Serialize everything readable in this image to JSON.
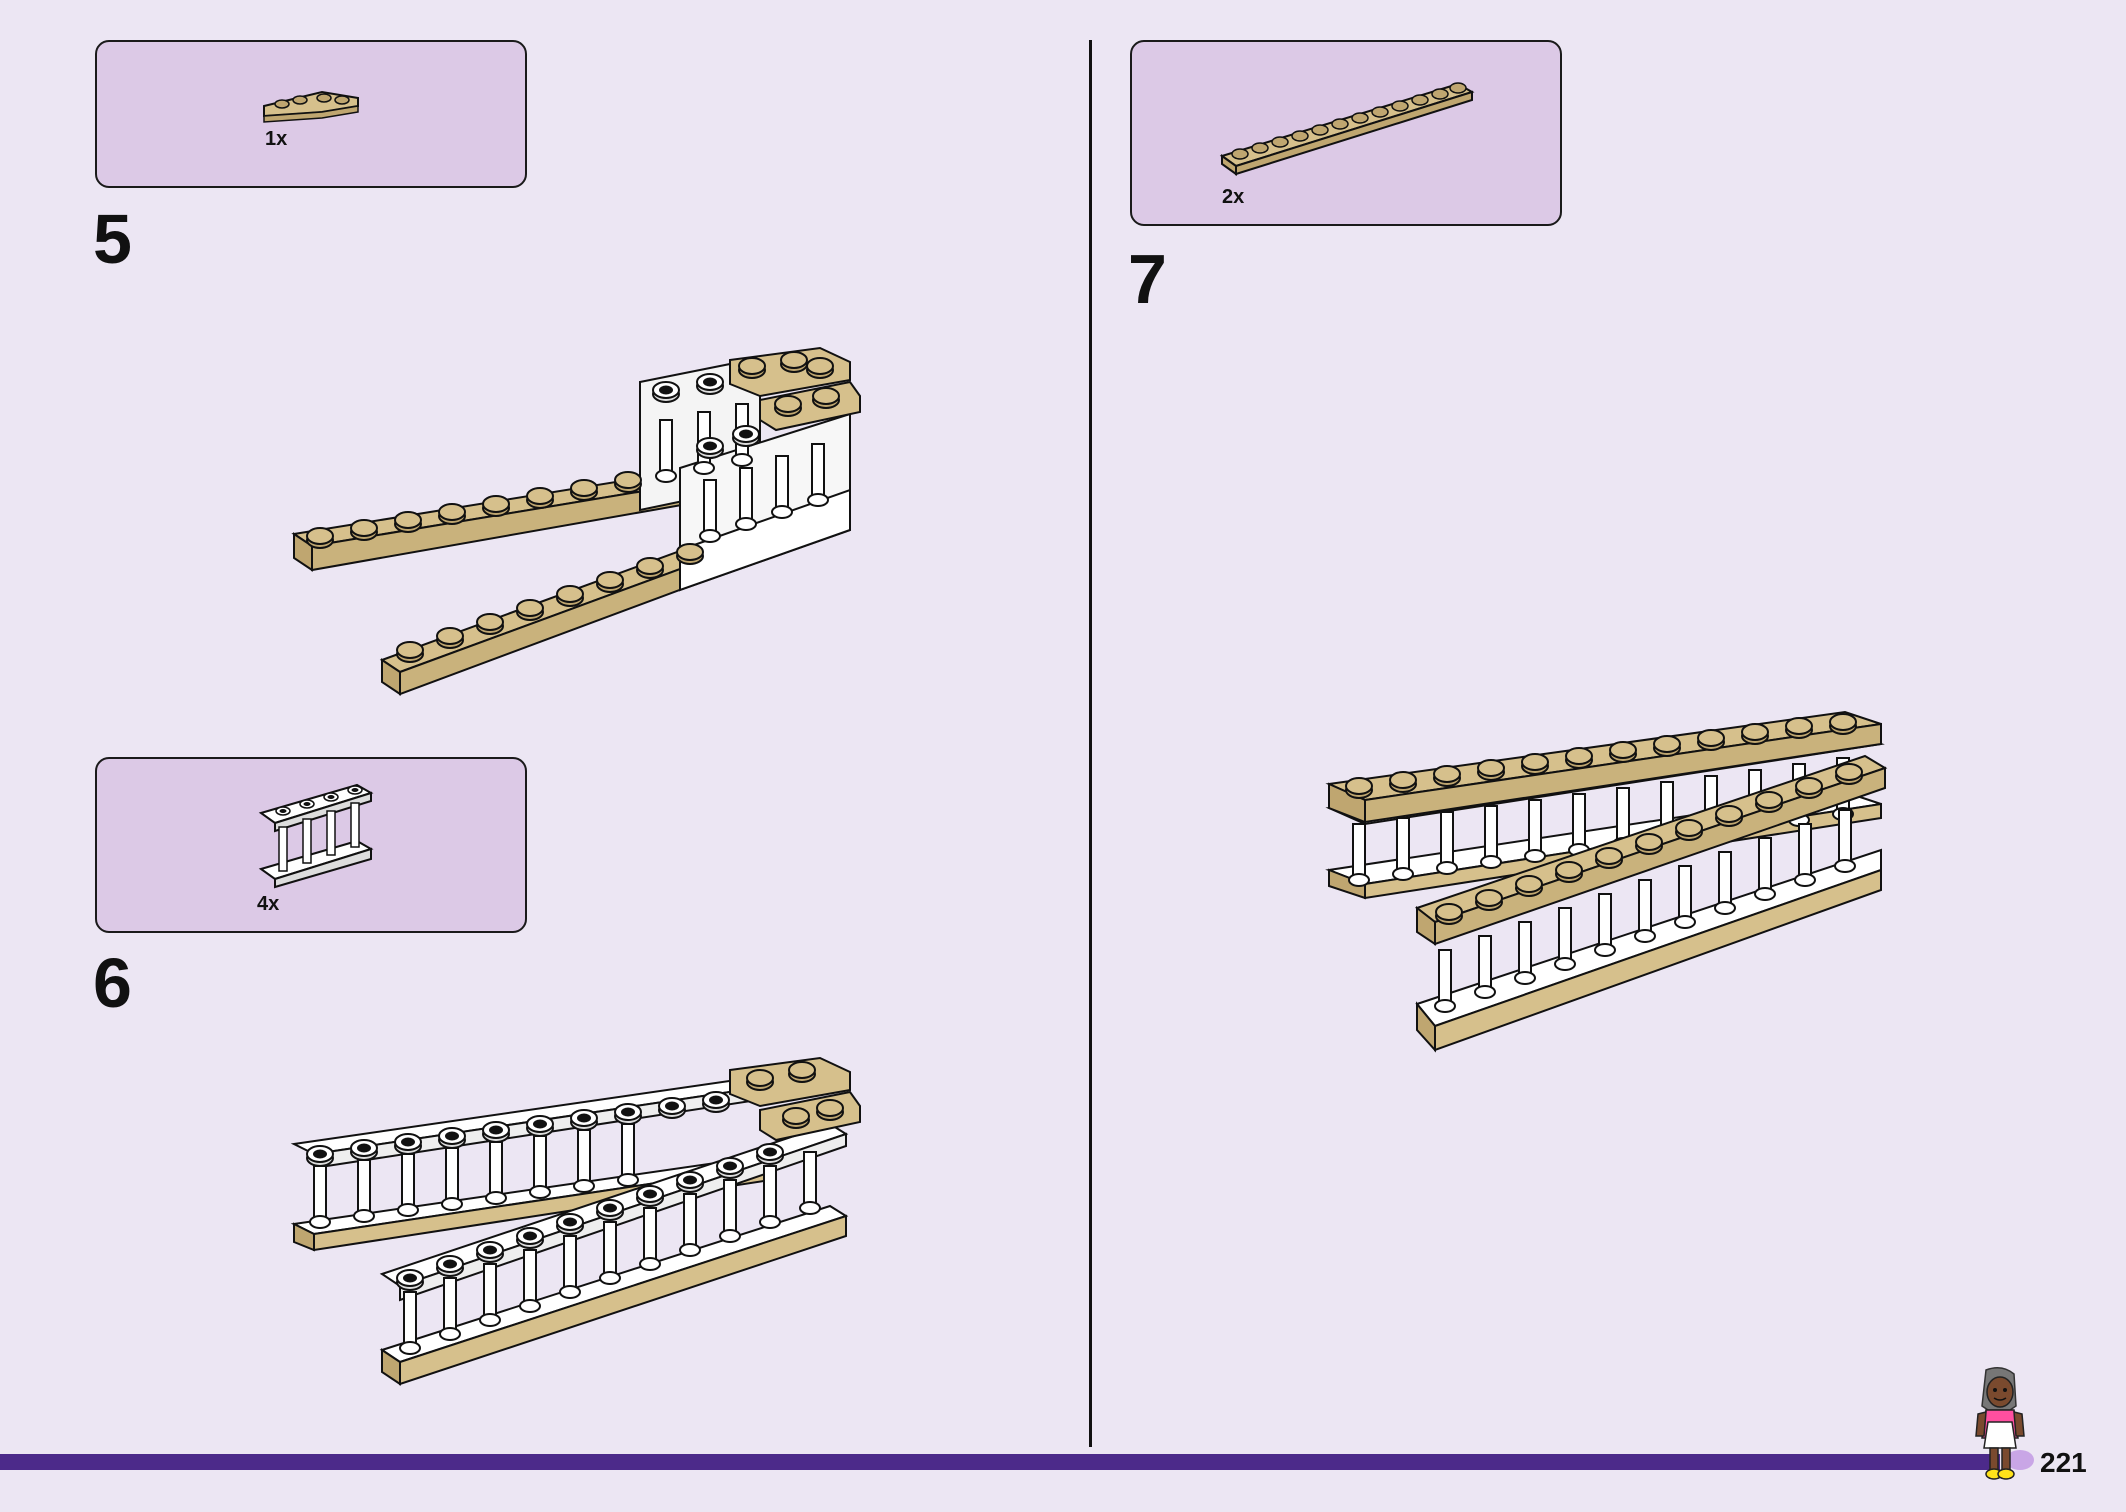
{
  "steps": [
    {
      "number": "5",
      "callout_quantity": "1x"
    },
    {
      "number": "6",
      "callout_quantity": "4x"
    },
    {
      "number": "7",
      "callout_quantity": "2x"
    }
  ],
  "page_number": "221",
  "colors": {
    "tan": "#d6c08c",
    "tan_dark": "#bfa670",
    "white_brick": "#ffffff",
    "accent_bar": "#4c2a8a",
    "callout_bg": "#dcc9e6"
  }
}
